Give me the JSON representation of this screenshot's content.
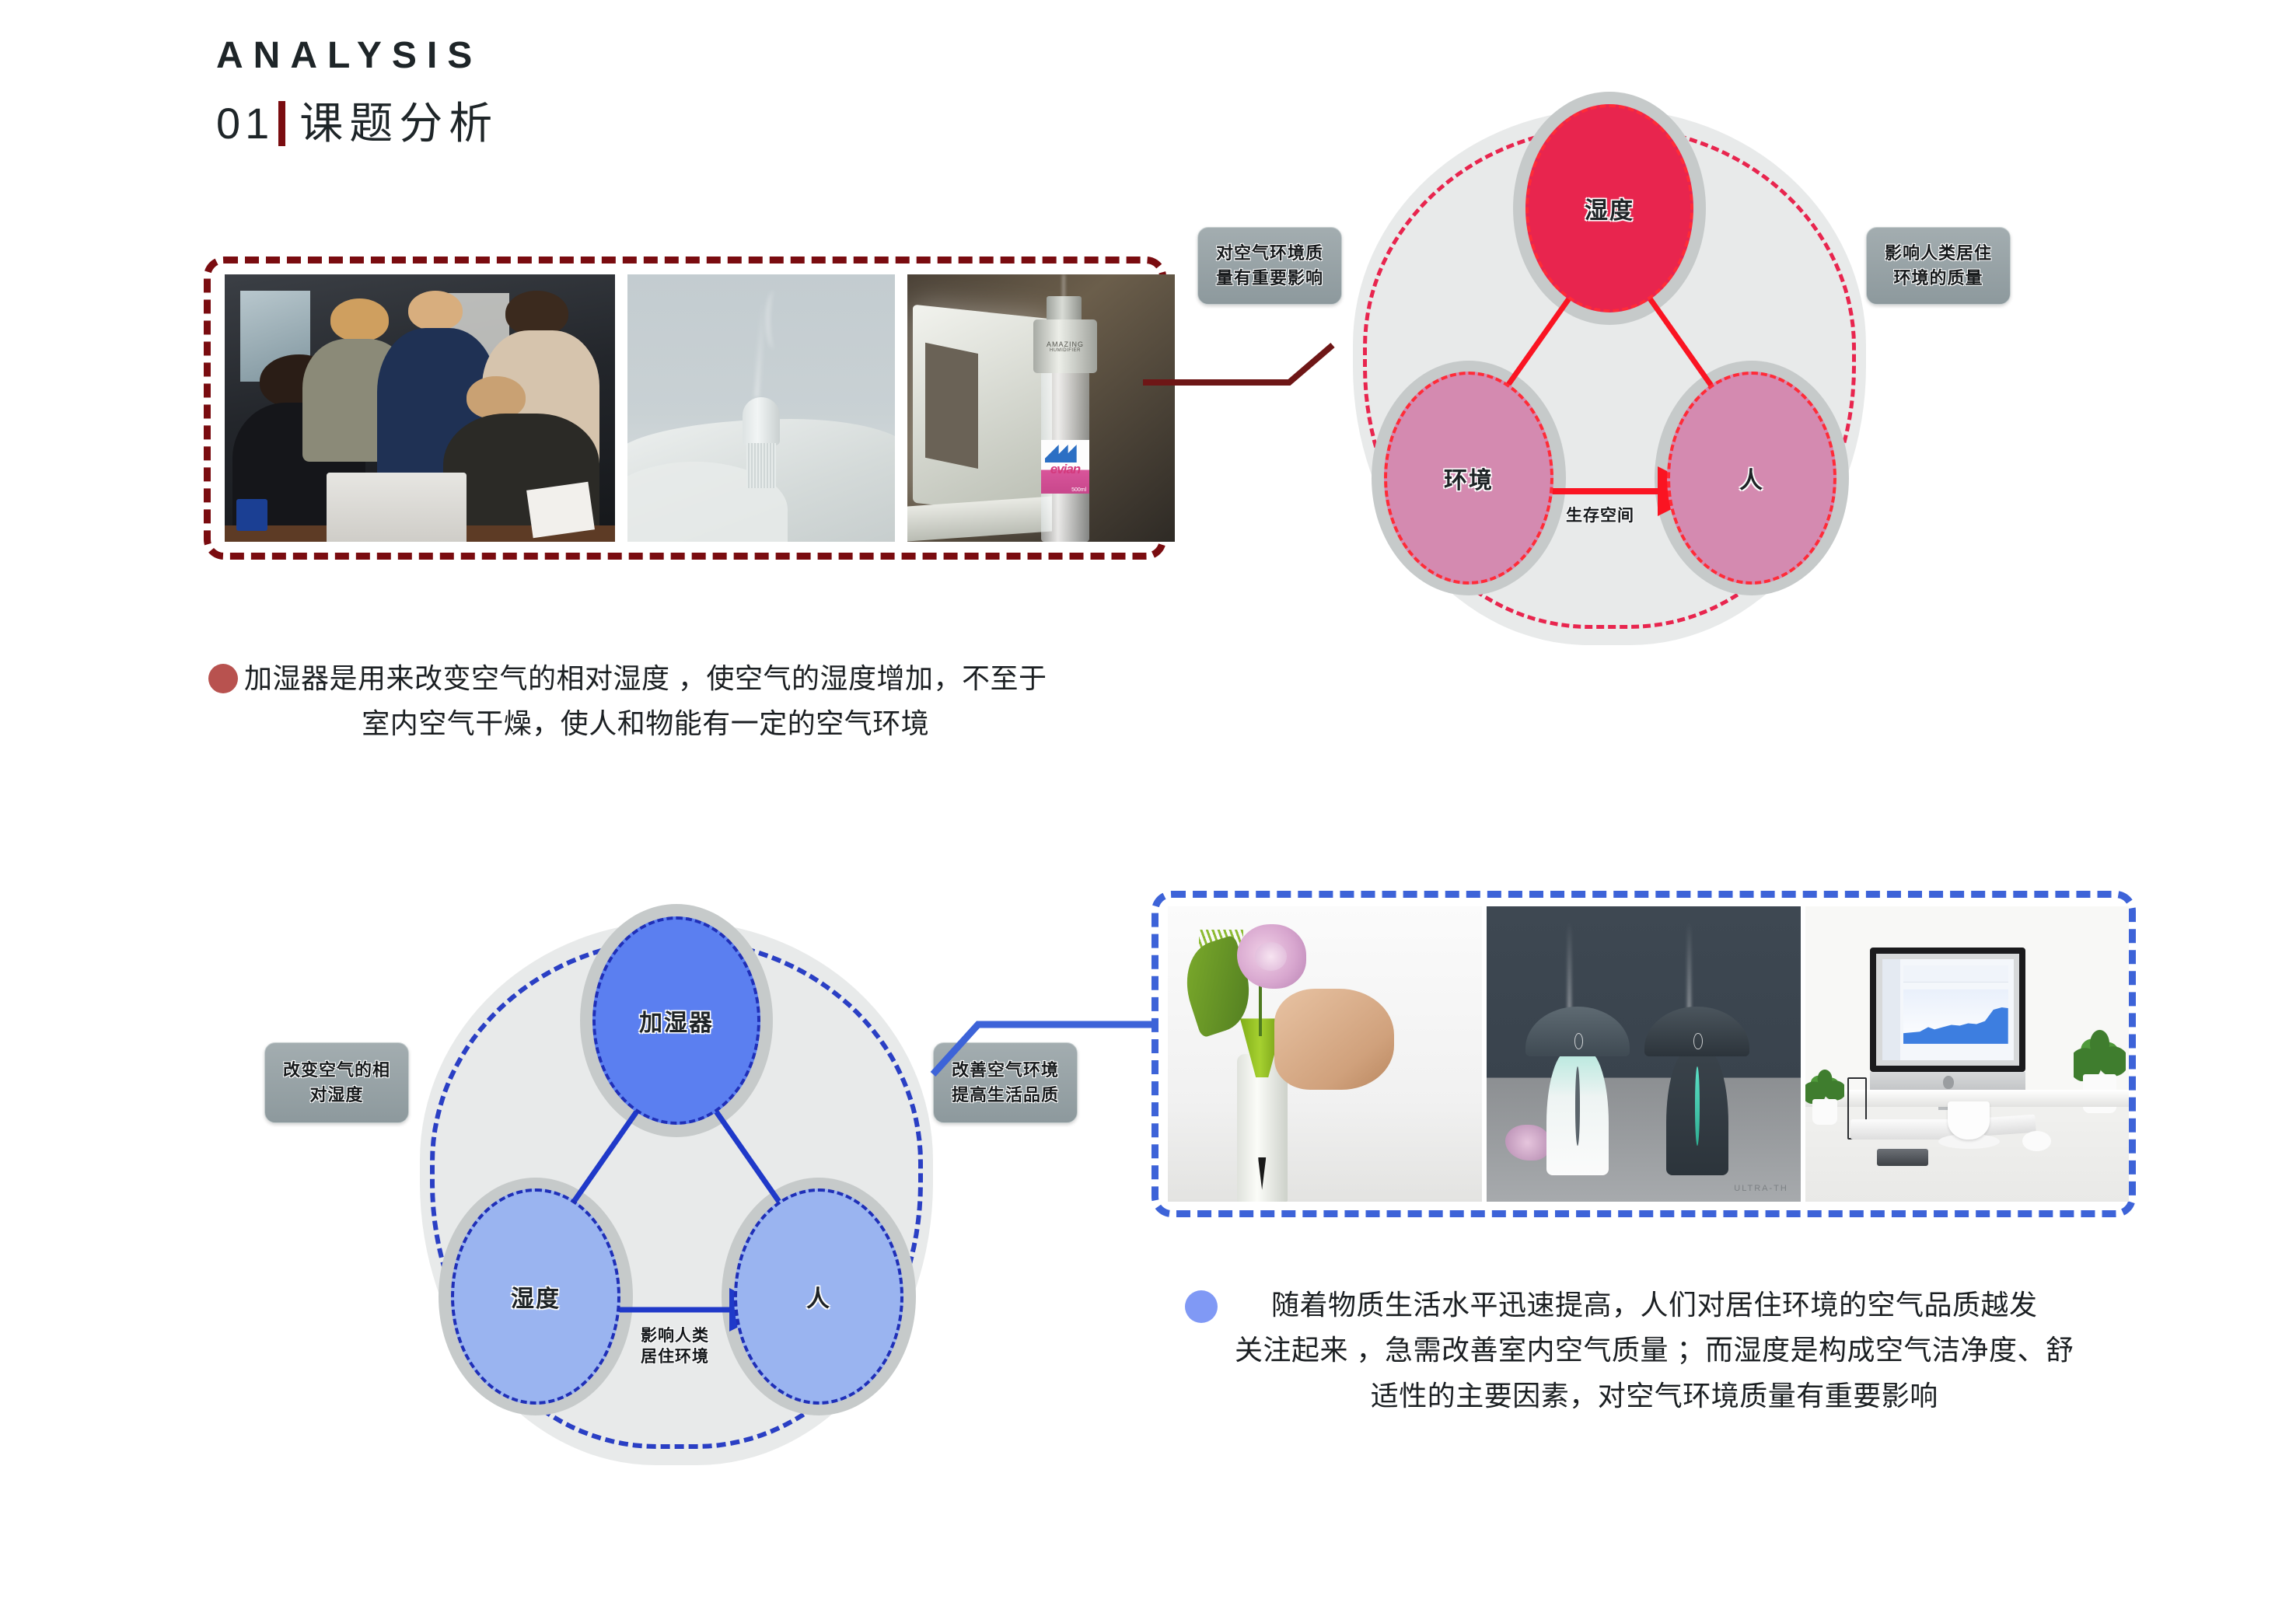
{
  "header": {
    "analysis_label": "ANALYSIS",
    "section_number": "01",
    "section_title": "课题分析",
    "accent_color": "#7a0c10"
  },
  "top_section": {
    "frame": {
      "border_color": "#7a0c10",
      "style": "dashed"
    },
    "photos": [
      {
        "name": "business-meeting-photo",
        "caption": "business team reviewing laptop in meeting"
      },
      {
        "name": "bedside-humidifier-photo",
        "caption": "white humidifier emitting mist on white bedding"
      },
      {
        "name": "evian-bottle-humidifier-photo",
        "caption": "AMAZING HUMIDIFIER cap on evian bottle beside laptop",
        "brand_top": "AMAZING",
        "brand_bottom": "HUMIDIFIER",
        "bottle_brand": "evian",
        "bottle_sub": "EAU MINERALE NATURELLE",
        "bottle_size": "500ml"
      }
    ],
    "diagram": {
      "accent_color": "#e8254e",
      "nodes": [
        {
          "id": "humidity",
          "label": "湿度",
          "fill": "#e8254e"
        },
        {
          "id": "environment",
          "label": "环境",
          "fill": "#d48ab0"
        },
        {
          "id": "human",
          "label": "人",
          "fill": "#d48ab0"
        }
      ],
      "edge_label": "生存空间",
      "callouts": [
        {
          "id": "left",
          "line1": "对空气环境质",
          "line2": "量有重要影响"
        },
        {
          "id": "right",
          "line1": "影响人类居住",
          "line2": "环境的质量"
        }
      ]
    },
    "paragraph": {
      "bullet_color": "#b8524f",
      "line1": "加湿器是用来改变空气的相对湿度 ，使空气的湿度增加，不至于",
      "line2": "室内空气干燥，使人和物能有一定的空气环境"
    }
  },
  "bottom_section": {
    "frame": {
      "border_color": "#3d63d8",
      "style": "dashed"
    },
    "photos": [
      {
        "name": "vase-humidifier-photo",
        "caption": "hand holding green funnel humidifier in white vase with pink rose"
      },
      {
        "name": "mushroom-humidifier-photo",
        "caption": "white and dark mushroom-shaped humidifiers with mist",
        "watermark": "ULTRA-TH"
      },
      {
        "name": "office-desk-photo",
        "caption": "iMac desk with blue area chart, plants, keyboard, coffee cup"
      }
    ],
    "diagram": {
      "accent_color": "#2a3fc4",
      "nodes": [
        {
          "id": "humidifier",
          "label": "加湿器",
          "fill": "#5b7ff0"
        },
        {
          "id": "humidity",
          "label": "湿度",
          "fill": "#9ab4f0"
        },
        {
          "id": "human",
          "label": "人",
          "fill": "#9ab4f0"
        }
      ],
      "edge_label_line1": "影响人类",
      "edge_label_line2": "居住环境",
      "callouts": [
        {
          "id": "left",
          "line1": "改变空气的相",
          "line2": "对湿度"
        },
        {
          "id": "right",
          "line1": "改善空气环境",
          "line2": "提高生活品质"
        }
      ]
    },
    "paragraph": {
      "bullet_color": "#8099f5",
      "line1": "随着物质生活水平迅速提高，人们对居住环境的空气品质越发",
      "line2": "关注起来 ，急需改善室内空气质量 ；而湿度是构成空气洁净度、舒",
      "line3": "适性的主要因素，对空气环境质量有重要影响"
    }
  }
}
